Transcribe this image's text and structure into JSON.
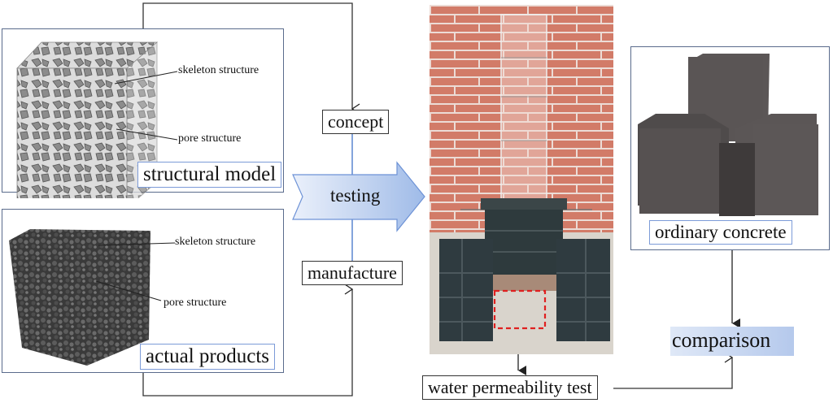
{
  "structural_model": {
    "label": "structural model",
    "annotations": [
      "skeleton structure",
      "pore structure"
    ]
  },
  "actual_products": {
    "label": "actual products",
    "annotations": [
      "skeleton structure",
      "pore structure"
    ]
  },
  "flow": {
    "concept": "concept",
    "testing": "testing",
    "manufacture": "manufacture"
  },
  "test_rig": {
    "caption": "water permeability test"
  },
  "ordinary_concrete": {
    "label": "ordinary concrete"
  },
  "comparison": {
    "label": "comparison"
  },
  "colors": {
    "panel_border": "#5a6b8c",
    "label_border": "#7c9bd8",
    "arrow_blue": "#4a78c8",
    "highlight_red": "#e02020",
    "brick": "#d07a68"
  }
}
